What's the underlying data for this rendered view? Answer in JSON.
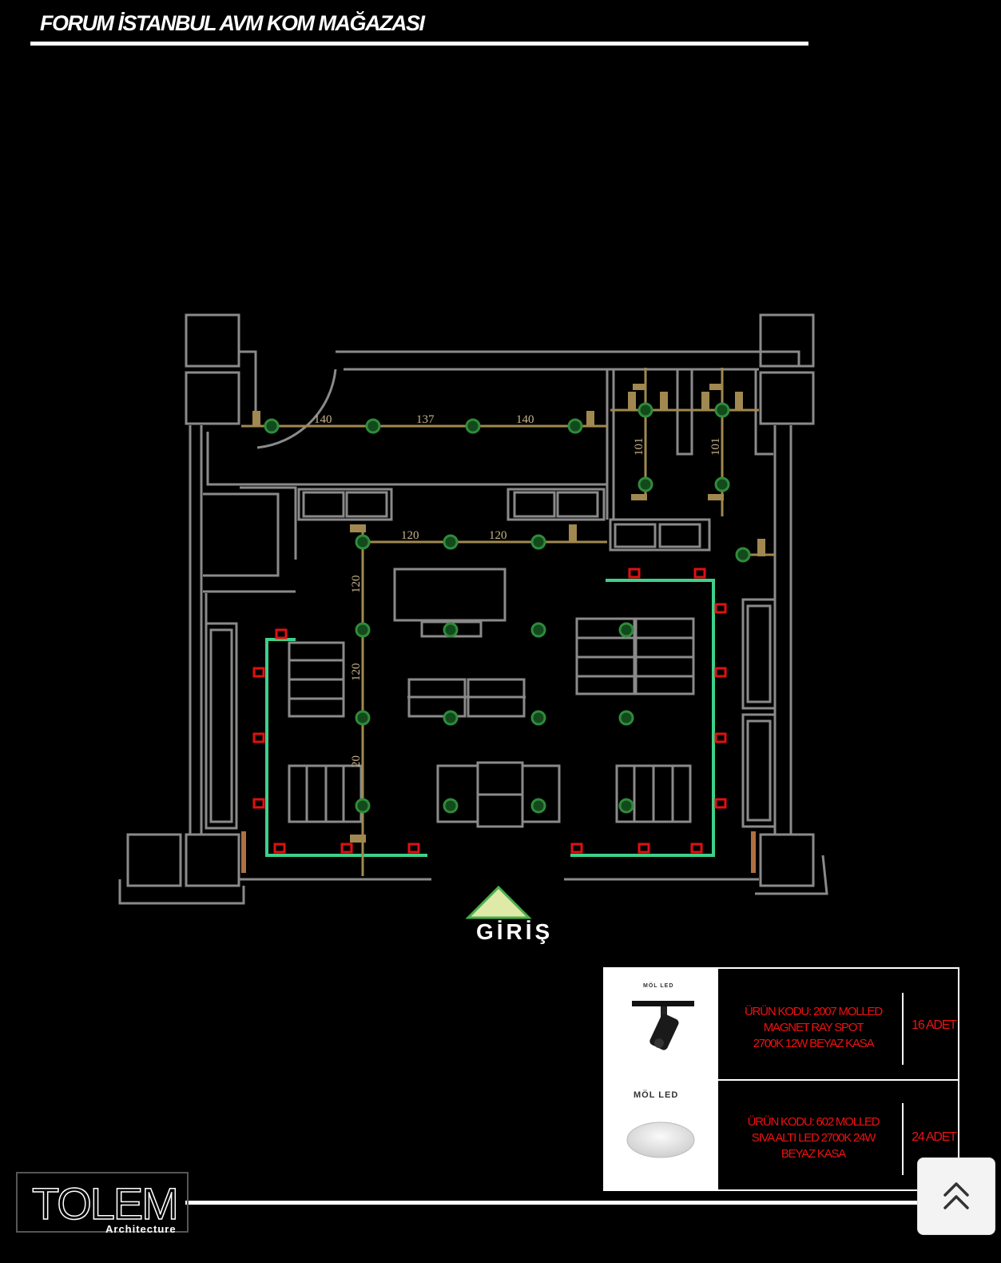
{
  "title": "FORUM İSTANBUL AVM KOM MAĞAZASI",
  "plan": {
    "dimension_labels": [
      "140",
      "137",
      "140",
      "120",
      "120",
      "101",
      "101",
      "120",
      "120",
      "20"
    ],
    "entrance_label": "GİRİŞ"
  },
  "legend": {
    "items": [
      {
        "brand": "MÖL LED",
        "description_lines": [
          "ÜRÜN KODU: 2007 MOLLED",
          "MAGNET RAY SPOT",
          "2700K 12W BEYAZ KASA"
        ],
        "quantity": "16 ADET",
        "icon": "track-spot-icon"
      },
      {
        "brand": "MÖL LED",
        "description_lines": [
          "ÜRÜN KODU: 602 MOLLED",
          "SIVA ALTI LED 2700K 24W",
          "BEYAZ KASA"
        ],
        "quantity": "24 ADET",
        "icon": "downlight-icon"
      }
    ]
  },
  "logo": {
    "name": "TOLEM",
    "subtitle": "Architecture"
  },
  "colors": {
    "background": "#000000",
    "walls": "#8a8a8a",
    "track": "#a08850",
    "downlight": "#2e8b3a",
    "spot": "#e01010",
    "green_profile": "#3ed08a",
    "entrance_arrow": "#e0eaa8",
    "legend_text": "#e11111"
  },
  "scroll_button": {
    "icon": "chevron-double-up-icon"
  }
}
